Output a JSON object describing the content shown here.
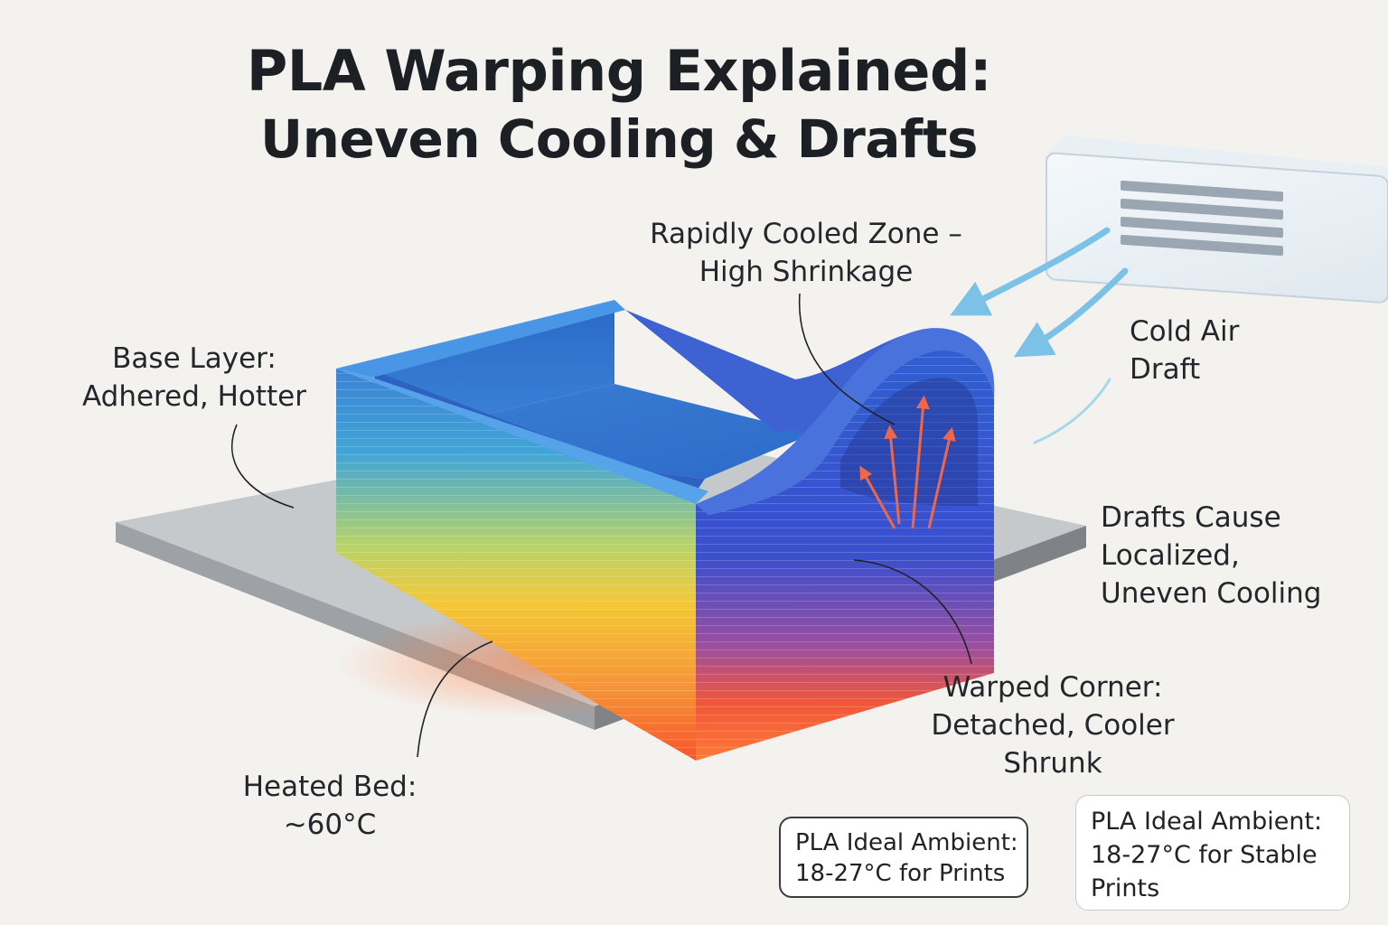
{
  "title": {
    "line1": "PLA Warping Explained:",
    "line2": "Uneven Cooling & Drafts"
  },
  "labels": {
    "rapid_cool": {
      "line1": "Rapidly Cooled Zone –",
      "line2": "High Shrinkage"
    },
    "base_layer": {
      "line1": "Base Layer:",
      "line2": "Adhered, Hotter"
    },
    "cold_air": {
      "line1": "Cold Air",
      "line2": "Draft"
    },
    "drafts_cause": {
      "line1": "Drafts Cause",
      "line2": "Localized,",
      "line3": "Uneven Cooling"
    },
    "warped_corner": {
      "line1": "Warped Corner:",
      "line2": "Detached, Cooler",
      "line3": "Shrunk"
    },
    "heated_bed": {
      "line1": "Heated Bed:",
      "line2": "~60°C"
    }
  },
  "info_boxes": [
    {
      "line1": "PLA Ideal Ambient:",
      "line2": "18-27°C for Prints"
    },
    {
      "line1": "PLA Ideal Ambient:",
      "line2": "18-27°C for Stable",
      "line3": "Prints"
    }
  ],
  "colors": {
    "bed_top": "#c4c7ca",
    "bed_side": "#8e9296",
    "print_cool": "#2f6fd0",
    "print_warm": "#f7c23a",
    "print_hot": "#f4562c",
    "air_arrow": "#7cc1e6",
    "heat_arrow": "#f0664a"
  }
}
